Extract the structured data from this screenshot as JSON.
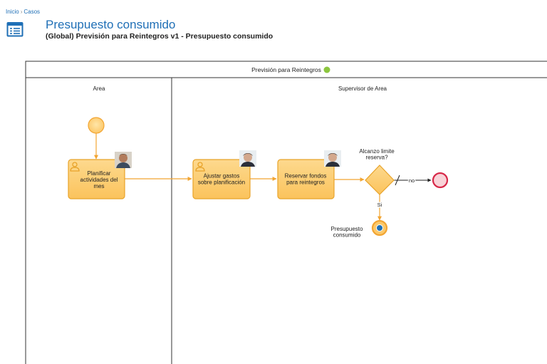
{
  "breadcrumb": {
    "home": "Inicio",
    "separator": "›",
    "section": "Casos"
  },
  "header": {
    "icon": "process-list-icon",
    "title": "Presupuesto consumido",
    "subtitle": "(Global) Previsión para Reintegros v1 - Presupuesto consumido"
  },
  "pool": {
    "title": "Previsión para Reintegros",
    "status_color": "#8cc63f"
  },
  "lanes": [
    {
      "label": "Area"
    },
    {
      "label": "Supervisor de Area"
    }
  ],
  "tasks": [
    {
      "label": "Planificar actividades del mes",
      "lines": [
        "Planificar",
        "actividades del",
        "mes"
      ],
      "icon": "user-task-icon",
      "avatar": "performer-avatar"
    },
    {
      "label": "Ajustar gastos sobre planificación",
      "lines": [
        "Ajustar gastos",
        "sobre planificación"
      ],
      "icon": "user-task-icon",
      "avatar": "performer-avatar"
    },
    {
      "label": "Reservar fondos para reintegros",
      "lines": [
        "Reservar fondos",
        "para reintegros"
      ],
      "icon": "user-task-icon",
      "avatar": "performer-avatar"
    }
  ],
  "gateway": {
    "lines": [
      "Alcanzo limite",
      "reserva?"
    ]
  },
  "flows": {
    "no_label": "no",
    "yes_label": "Si"
  },
  "end_event": {
    "lines": [
      "Presupuesto",
      "consumido"
    ]
  },
  "colors": {
    "task_fill": "#fcc86a",
    "task_stroke": "#e8a32a",
    "flow": "#f2a532",
    "end_fill": "#f8d3d8",
    "end_stroke": "#d72848",
    "link": "#1f6fb6"
  }
}
